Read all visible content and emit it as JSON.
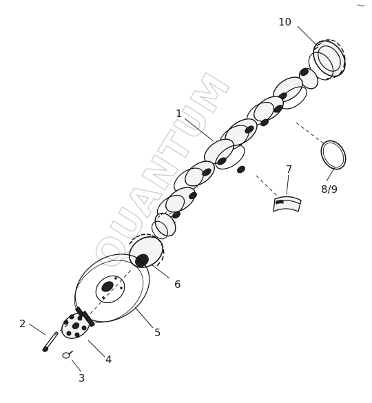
{
  "diagram": {
    "watermark": "QUANTUM",
    "callouts": [
      {
        "id": "1",
        "label": "1"
      },
      {
        "id": "2",
        "label": "2"
      },
      {
        "id": "3",
        "label": "3"
      },
      {
        "id": "4",
        "label": "4"
      },
      {
        "id": "5",
        "label": "5"
      },
      {
        "id": "6",
        "label": "6"
      },
      {
        "id": "7",
        "label": "7"
      },
      {
        "id": "8-9",
        "label": "8/9"
      },
      {
        "id": "10",
        "label": "10"
      }
    ]
  }
}
